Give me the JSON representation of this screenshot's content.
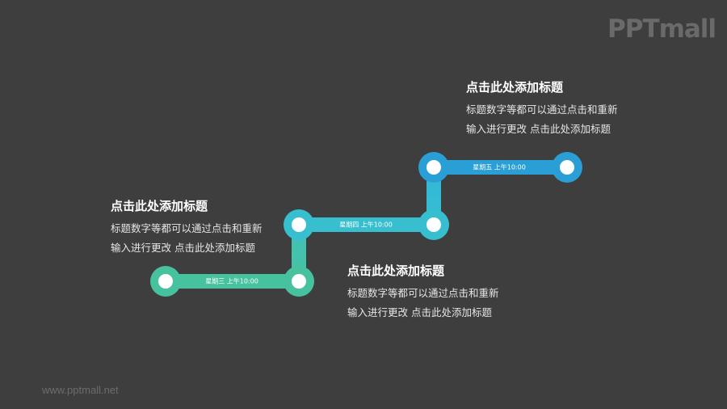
{
  "logo": {
    "text": "PPTmall"
  },
  "footer": {
    "url_text": "www.pptmall.net"
  },
  "colors": {
    "background": "#3e3e3e",
    "step1": "#47c29f",
    "step2": "#37bfd0",
    "step3": "#2a9fd6",
    "node_inner": "#ffffff"
  },
  "steps": [
    {
      "label": "星期三 上午10:00",
      "color": "#47c29f"
    },
    {
      "label": "星期四 上午10:00",
      "color": "#37bfd0"
    },
    {
      "label": "星期五 上午10:00",
      "color": "#2a9fd6"
    }
  ],
  "text_blocks": [
    {
      "title": "点击此处添加标题",
      "line1": "标题数字等都可以通过点击和重新",
      "line2": "输入进行更改 点击此处添加标题"
    },
    {
      "title": "点击此处添加标题",
      "line1": "标题数字等都可以通过点击和重新",
      "line2": "输入进行更改 点击此处添加标题"
    },
    {
      "title": "点击此处添加标题",
      "line1": "标题数字等都可以通过点击和重新",
      "line2": "输入进行更改 点击此处添加标题"
    }
  ]
}
